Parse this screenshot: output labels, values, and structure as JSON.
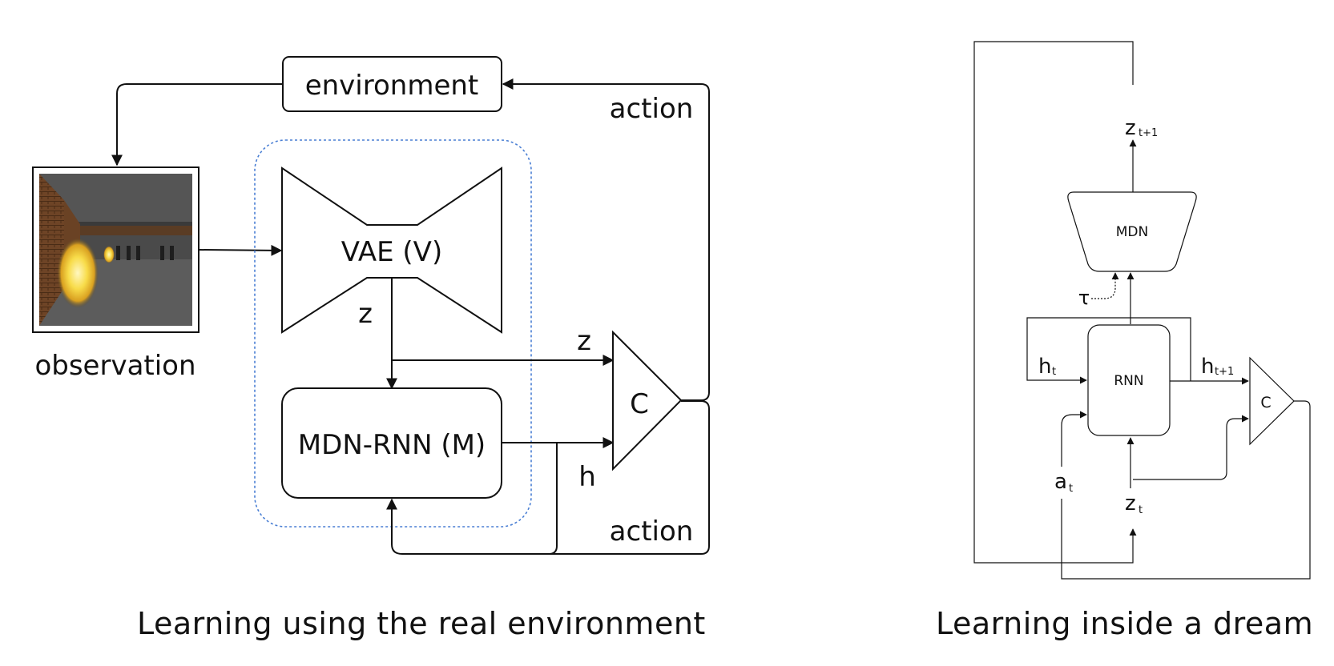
{
  "left_diagram": {
    "environment": "environment",
    "action_top": "action",
    "action_bottom": "action",
    "observation": "observation",
    "vae": "VAE (V)",
    "z_inner": "z",
    "z_to_c": "z",
    "mdn_rnn": "MDN-RNN (M)",
    "h": "h",
    "controller": "C"
  },
  "right_diagram": {
    "z_next": "z",
    "z_next_sub": "t+1",
    "mdn": "MDN",
    "tau": "τ",
    "h_t": "h",
    "h_t_sub": "t",
    "rnn": "RNN",
    "h_next": "h",
    "h_next_sub": "t+1",
    "controller": "C",
    "a_t": "a",
    "a_t_sub": "t",
    "z_t": "z",
    "z_t_sub": "t"
  },
  "captions": {
    "left": "Learning using the real environment",
    "right": "Learning inside a dream"
  },
  "colors": {
    "dashed_group": "#4a7fd4"
  }
}
